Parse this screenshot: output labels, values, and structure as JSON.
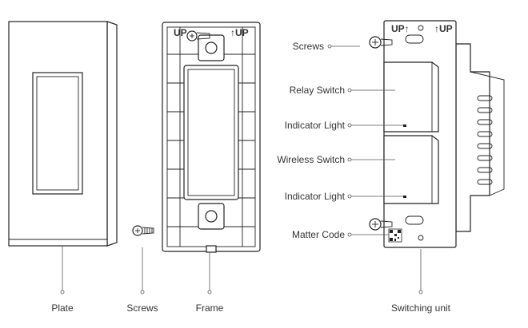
{
  "labels": {
    "plate": "Plate",
    "screws_bottom": "Screws",
    "frame": "Frame",
    "switching_unit": "Switching unit",
    "screws_top": "Screws",
    "relay_switch": "Relay Switch",
    "indicator_light_1": "Indicator Light",
    "wireless_switch": "Wireless Switch",
    "indicator_light_2": "Indicator Light",
    "matter_code": "Matter Code"
  },
  "marks": {
    "frame_up_left": "UP",
    "frame_up_right": "↑UP",
    "unit_up_left": "UP↑",
    "unit_up_right": "↑UP"
  },
  "icons": [
    "plate-shape",
    "screw-icon",
    "frame-shape",
    "switching-unit-shape",
    "qr-code-icon",
    "arrow-up-icon"
  ]
}
